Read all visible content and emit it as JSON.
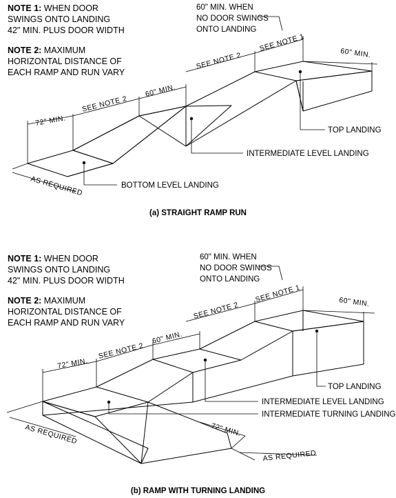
{
  "diagram_a": {
    "note1": {
      "label": "NOTE 1:",
      "lines": [
        "WHEN DOOR",
        "SWINGS ONTO LANDING",
        "42\" MIN. PLUS DOOR WIDTH"
      ]
    },
    "note2": {
      "label": "NOTE 2:",
      "lines": [
        "MAXIMUM",
        "HORIZONTAL DISTANCE OF",
        "EACH RAMP AND RUN VARY"
      ]
    },
    "door_note": [
      "60\" MIN. WHEN",
      "NO DOOR SWINGS",
      "ONTO LANDING"
    ],
    "dims": {
      "see_note_1": "SEE NOTE 1",
      "see_note_2": "SEE NOTE 2",
      "min_60": "60\" MIN.",
      "min_72": "72\" MIN.",
      "as_required": "AS REQUIRED"
    },
    "labels": {
      "top": "TOP LANDING",
      "intermediate": "INTERMEDIATE LEVEL LANDING",
      "bottom": "BOTTOM LEVEL LANDING"
    },
    "caption": "(a) STRAIGHT RAMP RUN"
  },
  "diagram_b": {
    "note1": {
      "label": "NOTE 1:",
      "lines": [
        "WHEN DOOR",
        "SWINGS ONTO LANDING",
        "42\" MIN. PLUS DOOR WIDTH"
      ]
    },
    "note2": {
      "label": "NOTE 2:",
      "lines": [
        "MAXIMUM",
        "HORIZONTAL DISTANCE OF",
        "EACH RAMP AND RUN VARY"
      ]
    },
    "door_note": [
      "60\" MIN. WHEN",
      "NO DOOR SWINGS",
      "ONTO LANDING"
    ],
    "dims": {
      "see_note_1": "SEE NOTE 1",
      "see_note_2": "SEE NOTE 2",
      "min_60": "60\" MIN.",
      "min_72": "72\" MIN.",
      "as_required": "AS REQUIRED"
    },
    "labels": {
      "top": "TOP LANDING",
      "intermediate": "INTERMEDIATE LEVEL LANDING",
      "turning": "INTERMEDIATE TURNING LANDING"
    },
    "caption": "(b) RAMP WITH TURNING LANDING"
  }
}
